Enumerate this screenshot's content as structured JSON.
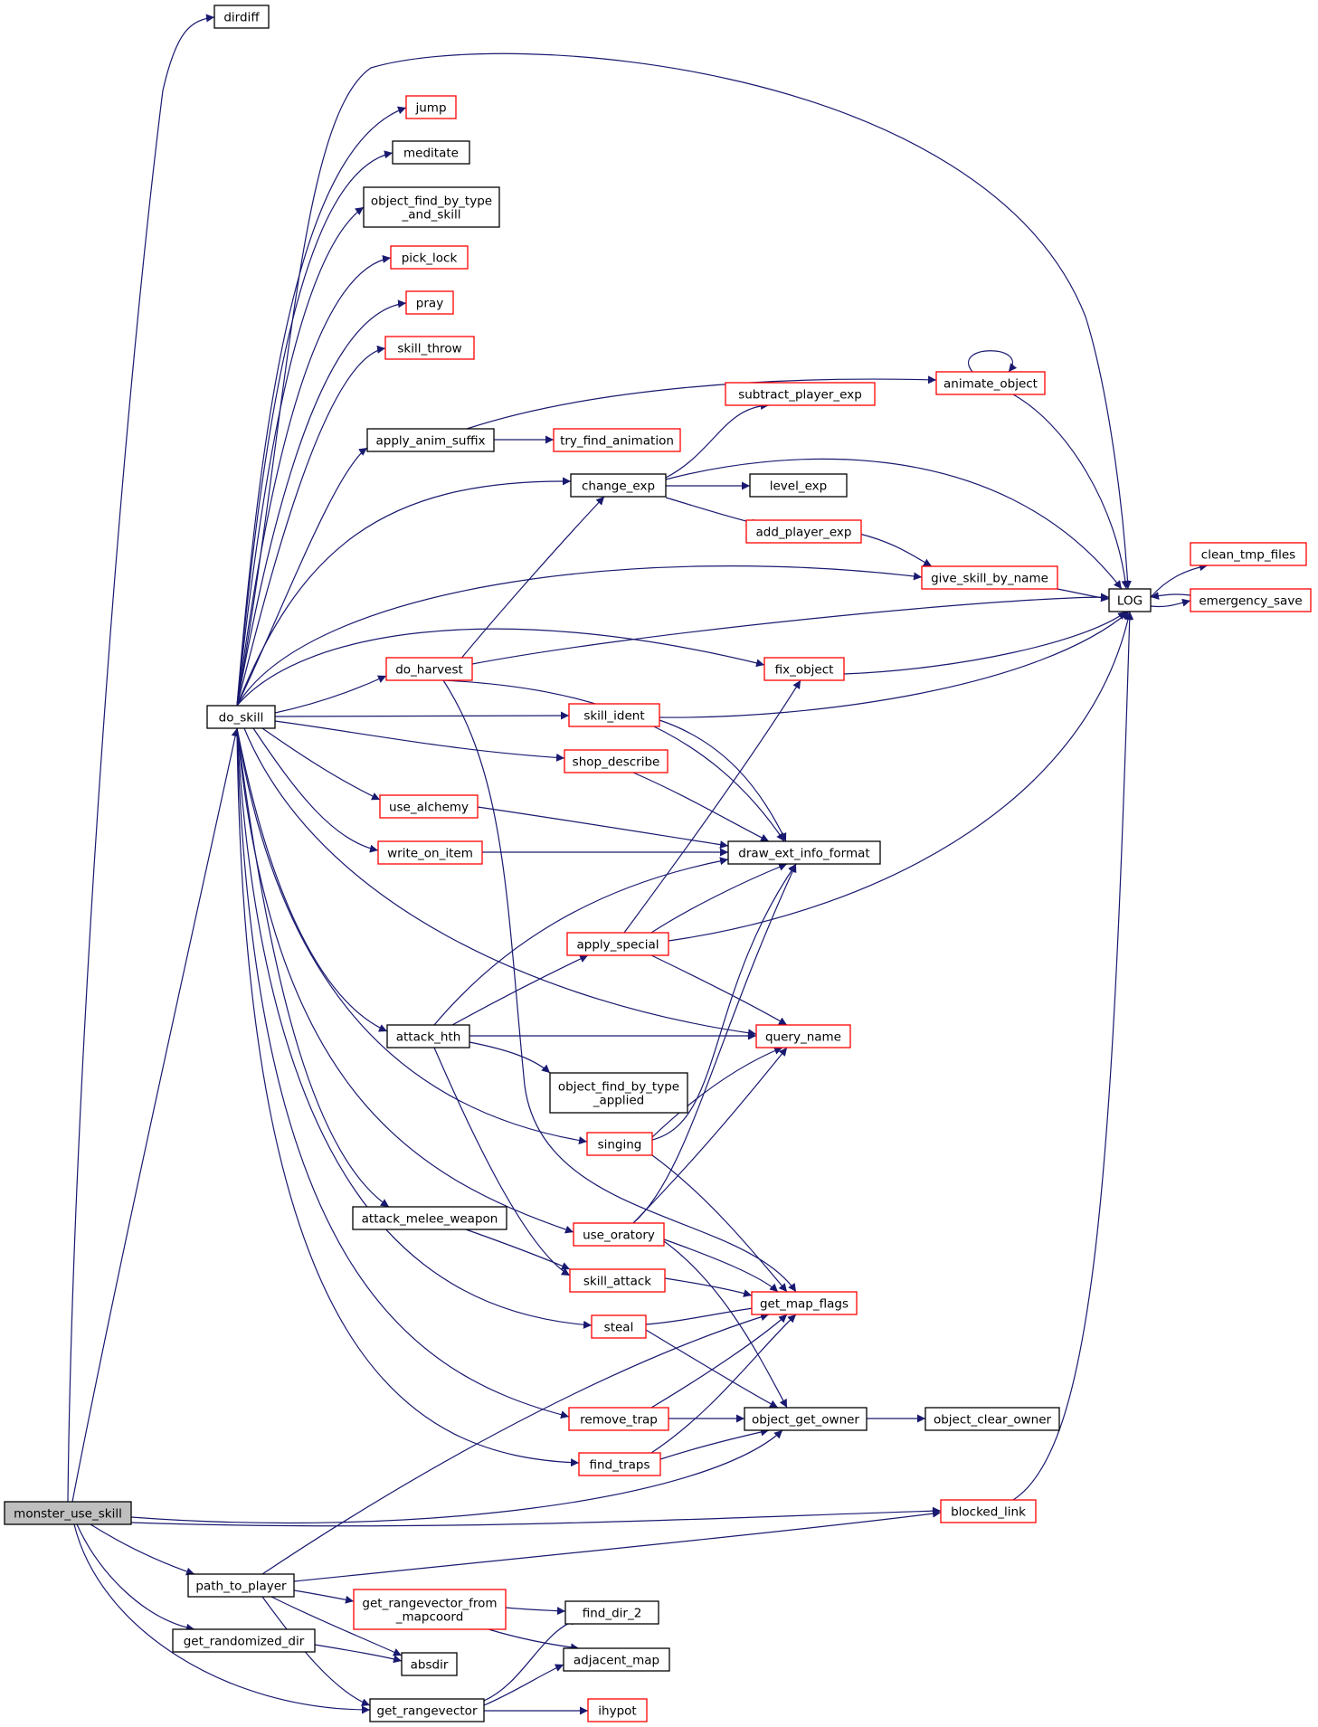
{
  "colors": {
    "edge": "#191970",
    "box_plain": "#000000",
    "box_red": "#ff0000",
    "root_fill": "#bfbfbf",
    "fill": "#ffffff"
  },
  "nodes": [
    {
      "id": "monster_use_skill",
      "label": [
        "monster_use_skill"
      ],
      "style": "root"
    },
    {
      "id": "dirdiff",
      "label": [
        "dirdiff"
      ],
      "style": "plain"
    },
    {
      "id": "do_skill",
      "label": [
        "do_skill"
      ],
      "style": "plain"
    },
    {
      "id": "jump",
      "label": [
        "jump"
      ],
      "style": "red"
    },
    {
      "id": "meditate",
      "label": [
        "meditate"
      ],
      "style": "plain"
    },
    {
      "id": "object_find_by_type_and_skill",
      "label": [
        "object_find_by_type",
        "_and_skill"
      ],
      "style": "plain"
    },
    {
      "id": "pick_lock",
      "label": [
        "pick_lock"
      ],
      "style": "red"
    },
    {
      "id": "pray",
      "label": [
        "pray"
      ],
      "style": "red"
    },
    {
      "id": "skill_throw",
      "label": [
        "skill_throw"
      ],
      "style": "red"
    },
    {
      "id": "apply_anim_suffix",
      "label": [
        "apply_anim_suffix"
      ],
      "style": "plain"
    },
    {
      "id": "try_find_animation",
      "label": [
        "try_find_animation"
      ],
      "style": "red"
    },
    {
      "id": "animate_object",
      "label": [
        "animate_object"
      ],
      "style": "red"
    },
    {
      "id": "subtract_player_exp",
      "label": [
        "subtract_player_exp"
      ],
      "style": "red"
    },
    {
      "id": "change_exp",
      "label": [
        "change_exp"
      ],
      "style": "plain"
    },
    {
      "id": "level_exp",
      "label": [
        "level_exp"
      ],
      "style": "plain"
    },
    {
      "id": "add_player_exp",
      "label": [
        "add_player_exp"
      ],
      "style": "red"
    },
    {
      "id": "give_skill_by_name",
      "label": [
        "give_skill_by_name"
      ],
      "style": "red"
    },
    {
      "id": "LOG",
      "label": [
        "LOG"
      ],
      "style": "plain"
    },
    {
      "id": "clean_tmp_files",
      "label": [
        "clean_tmp_files"
      ],
      "style": "red"
    },
    {
      "id": "emergency_save",
      "label": [
        "emergency_save"
      ],
      "style": "red"
    },
    {
      "id": "do_harvest",
      "label": [
        "do_harvest"
      ],
      "style": "red"
    },
    {
      "id": "fix_object",
      "label": [
        "fix_object"
      ],
      "style": "red"
    },
    {
      "id": "skill_ident",
      "label": [
        "skill_ident"
      ],
      "style": "red"
    },
    {
      "id": "shop_describe",
      "label": [
        "shop_describe"
      ],
      "style": "red"
    },
    {
      "id": "use_alchemy",
      "label": [
        "use_alchemy"
      ],
      "style": "red"
    },
    {
      "id": "write_on_item",
      "label": [
        "write_on_item"
      ],
      "style": "red"
    },
    {
      "id": "draw_ext_info_format",
      "label": [
        "draw_ext_info_format"
      ],
      "style": "plain"
    },
    {
      "id": "apply_special",
      "label": [
        "apply_special"
      ],
      "style": "red"
    },
    {
      "id": "attack_hth",
      "label": [
        "attack_hth"
      ],
      "style": "plain"
    },
    {
      "id": "query_name",
      "label": [
        "query_name"
      ],
      "style": "red"
    },
    {
      "id": "object_find_by_type_applied",
      "label": [
        "object_find_by_type",
        "_applied"
      ],
      "style": "plain"
    },
    {
      "id": "singing",
      "label": [
        "singing"
      ],
      "style": "red"
    },
    {
      "id": "attack_melee_weapon",
      "label": [
        "attack_melee_weapon"
      ],
      "style": "plain"
    },
    {
      "id": "use_oratory",
      "label": [
        "use_oratory"
      ],
      "style": "red"
    },
    {
      "id": "skill_attack",
      "label": [
        "skill_attack"
      ],
      "style": "red"
    },
    {
      "id": "get_map_flags",
      "label": [
        "get_map_flags"
      ],
      "style": "red"
    },
    {
      "id": "steal",
      "label": [
        "steal"
      ],
      "style": "red"
    },
    {
      "id": "remove_trap",
      "label": [
        "remove_trap"
      ],
      "style": "red"
    },
    {
      "id": "object_get_owner",
      "label": [
        "object_get_owner"
      ],
      "style": "plain"
    },
    {
      "id": "object_clear_owner",
      "label": [
        "object_clear_owner"
      ],
      "style": "plain"
    },
    {
      "id": "find_traps",
      "label": [
        "find_traps"
      ],
      "style": "red"
    },
    {
      "id": "blocked_link",
      "label": [
        "blocked_link"
      ],
      "style": "red"
    },
    {
      "id": "path_to_player",
      "label": [
        "path_to_player"
      ],
      "style": "plain"
    },
    {
      "id": "get_rangevector_from_mapcoord",
      "label": [
        "get_rangevector_from",
        "_mapcoord"
      ],
      "style": "red"
    },
    {
      "id": "find_dir_2",
      "label": [
        "find_dir_2"
      ],
      "style": "plain"
    },
    {
      "id": "get_randomized_dir",
      "label": [
        "get_randomized_dir"
      ],
      "style": "plain"
    },
    {
      "id": "absdir",
      "label": [
        "absdir"
      ],
      "style": "plain"
    },
    {
      "id": "adjacent_map",
      "label": [
        "adjacent_map"
      ],
      "style": "plain"
    },
    {
      "id": "get_rangevector",
      "label": [
        "get_rangevector"
      ],
      "style": "plain"
    },
    {
      "id": "ihypot",
      "label": [
        "ihypot"
      ],
      "style": "red"
    }
  ],
  "edges": [
    [
      "monster_use_skill",
      "dirdiff"
    ],
    [
      "monster_use_skill",
      "do_skill"
    ],
    [
      "monster_use_skill",
      "object_get_owner"
    ],
    [
      "monster_use_skill",
      "blocked_link"
    ],
    [
      "monster_use_skill",
      "path_to_player"
    ],
    [
      "monster_use_skill",
      "get_randomized_dir"
    ],
    [
      "monster_use_skill",
      "get_rangevector"
    ],
    [
      "do_skill",
      "LOG"
    ],
    [
      "do_skill",
      "jump"
    ],
    [
      "do_skill",
      "meditate"
    ],
    [
      "do_skill",
      "object_find_by_type_and_skill"
    ],
    [
      "do_skill",
      "pick_lock"
    ],
    [
      "do_skill",
      "pray"
    ],
    [
      "do_skill",
      "skill_throw"
    ],
    [
      "do_skill",
      "apply_anim_suffix"
    ],
    [
      "do_skill",
      "change_exp"
    ],
    [
      "do_skill",
      "give_skill_by_name"
    ],
    [
      "do_skill",
      "fix_object"
    ],
    [
      "do_skill",
      "do_harvest"
    ],
    [
      "do_skill",
      "skill_ident"
    ],
    [
      "do_skill",
      "shop_describe"
    ],
    [
      "do_skill",
      "use_alchemy"
    ],
    [
      "do_skill",
      "write_on_item"
    ],
    [
      "do_skill",
      "query_name"
    ],
    [
      "do_skill",
      "attack_hth"
    ],
    [
      "do_skill",
      "singing"
    ],
    [
      "do_skill",
      "attack_melee_weapon"
    ],
    [
      "do_skill",
      "use_oratory"
    ],
    [
      "do_skill",
      "steal"
    ],
    [
      "do_skill",
      "remove_trap"
    ],
    [
      "do_skill",
      "find_traps"
    ],
    [
      "apply_anim_suffix",
      "animate_object"
    ],
    [
      "apply_anim_suffix",
      "try_find_animation"
    ],
    [
      "animate_object",
      "animate_object"
    ],
    [
      "animate_object",
      "LOG"
    ],
    [
      "change_exp",
      "subtract_player_exp"
    ],
    [
      "change_exp",
      "LOG"
    ],
    [
      "change_exp",
      "level_exp"
    ],
    [
      "change_exp",
      "add_player_exp"
    ],
    [
      "add_player_exp",
      "give_skill_by_name"
    ],
    [
      "give_skill_by_name",
      "LOG"
    ],
    [
      "LOG",
      "clean_tmp_files"
    ],
    [
      "LOG",
      "emergency_save"
    ],
    [
      "emergency_save",
      "LOG"
    ],
    [
      "do_harvest",
      "change_exp"
    ],
    [
      "do_harvest",
      "LOG"
    ],
    [
      "do_harvest",
      "draw_ext_info_format"
    ],
    [
      "do_harvest",
      "get_map_flags"
    ],
    [
      "fix_object",
      "LOG"
    ],
    [
      "skill_ident",
      "LOG"
    ],
    [
      "skill_ident",
      "draw_ext_info_format"
    ],
    [
      "shop_describe",
      "draw_ext_info_format"
    ],
    [
      "use_alchemy",
      "draw_ext_info_format"
    ],
    [
      "write_on_item",
      "draw_ext_info_format"
    ],
    [
      "apply_special",
      "fix_object"
    ],
    [
      "apply_special",
      "draw_ext_info_format"
    ],
    [
      "apply_special",
      "LOG"
    ],
    [
      "apply_special",
      "query_name"
    ],
    [
      "attack_hth",
      "draw_ext_info_format"
    ],
    [
      "attack_hth",
      "apply_special"
    ],
    [
      "attack_hth",
      "query_name"
    ],
    [
      "attack_hth",
      "object_find_by_type_applied"
    ],
    [
      "attack_hth",
      "skill_attack"
    ],
    [
      "singing",
      "draw_ext_info_format"
    ],
    [
      "singing",
      "query_name"
    ],
    [
      "singing",
      "get_map_flags"
    ],
    [
      "use_oratory",
      "draw_ext_info_format"
    ],
    [
      "use_oratory",
      "query_name"
    ],
    [
      "use_oratory",
      "get_map_flags"
    ],
    [
      "use_oratory",
      "object_get_owner"
    ],
    [
      "attack_melee_weapon",
      "skill_attack"
    ],
    [
      "skill_attack",
      "get_map_flags"
    ],
    [
      "steal",
      "get_map_flags"
    ],
    [
      "steal",
      "object_get_owner"
    ],
    [
      "remove_trap",
      "get_map_flags"
    ],
    [
      "remove_trap",
      "object_get_owner"
    ],
    [
      "find_traps",
      "get_map_flags"
    ],
    [
      "find_traps",
      "object_get_owner"
    ],
    [
      "object_get_owner",
      "object_clear_owner"
    ],
    [
      "blocked_link",
      "LOG"
    ],
    [
      "path_to_player",
      "get_map_flags"
    ],
    [
      "path_to_player",
      "blocked_link"
    ],
    [
      "path_to_player",
      "get_rangevector_from_mapcoord"
    ],
    [
      "path_to_player",
      "absdir"
    ],
    [
      "path_to_player",
      "get_rangevector"
    ],
    [
      "get_rangevector_from_mapcoord",
      "find_dir_2"
    ],
    [
      "get_rangevector_from_mapcoord",
      "adjacent_map"
    ],
    [
      "get_randomized_dir",
      "absdir"
    ],
    [
      "get_rangevector",
      "find_dir_2"
    ],
    [
      "get_rangevector",
      "adjacent_map"
    ],
    [
      "get_rangevector",
      "ihypot"
    ]
  ]
}
